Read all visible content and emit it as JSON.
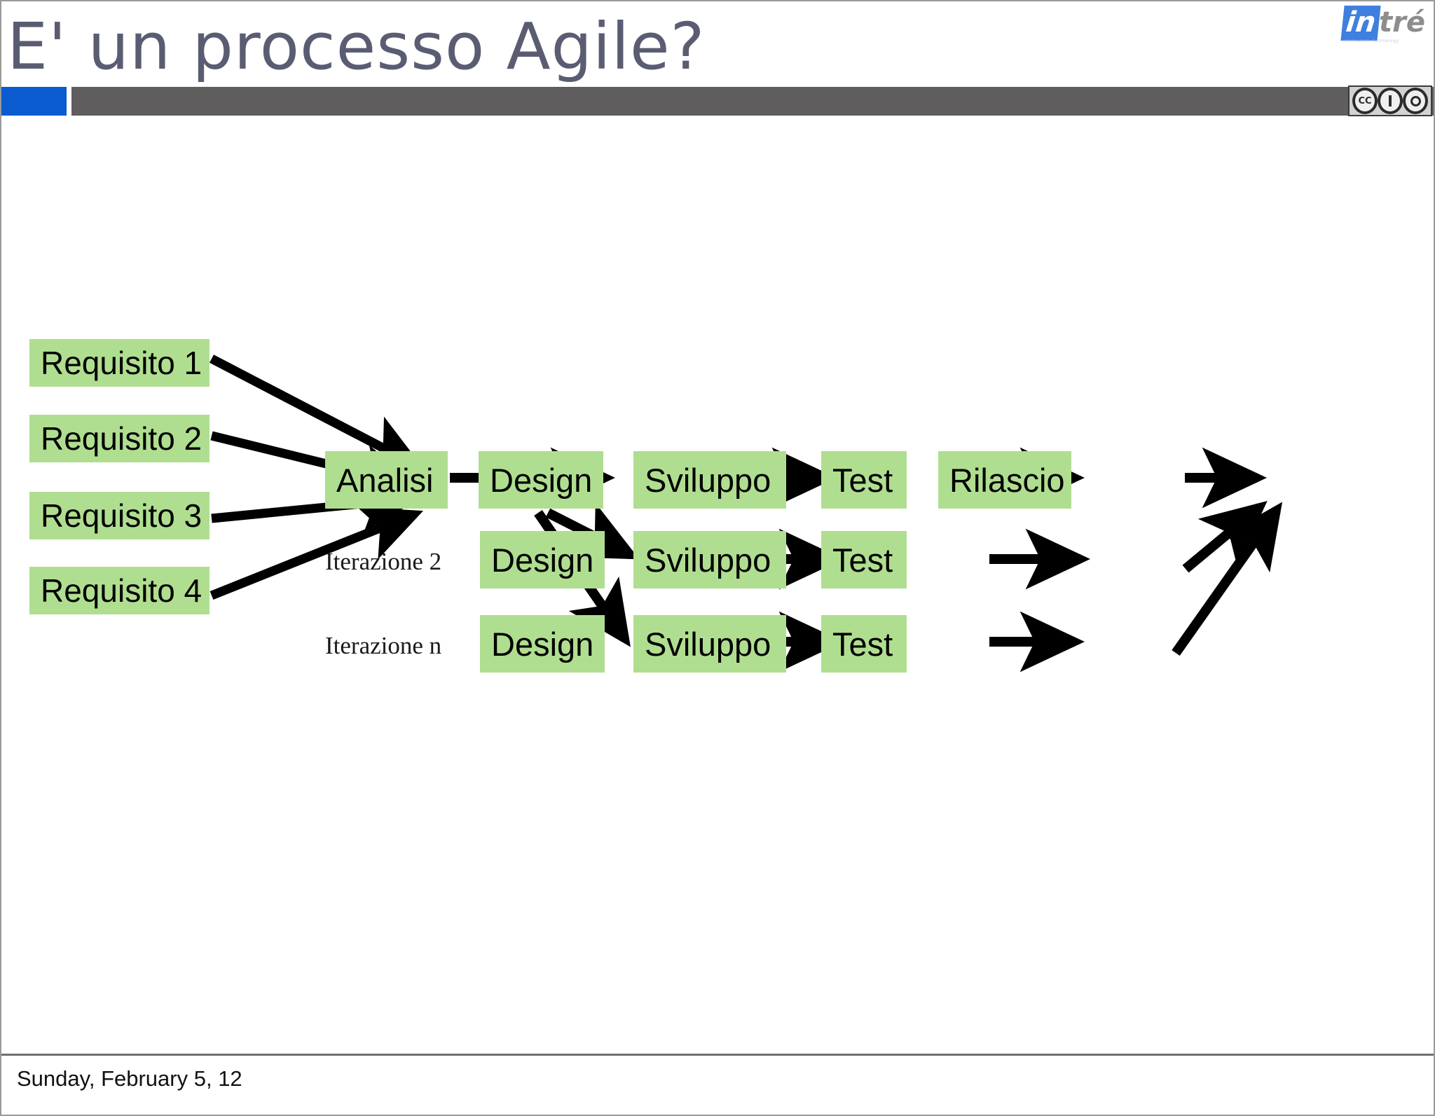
{
  "slide": {
    "title": "E' un processo Agile?",
    "footer_date": "Sunday, February 5, 12",
    "colors": {
      "title_text": "#5a5d72",
      "accent_blue": "#0a5bd0",
      "bar_gray": "#5f5d5d",
      "node_green": "#b0de90",
      "arrow_black": "#000000"
    }
  },
  "branding": {
    "logo_in": "in",
    "logo_tre": "tré",
    "logo_tagline": "innovation technology",
    "cc_label": "CC",
    "cc_by": "BY",
    "cc_nd": "ND"
  },
  "diagram": {
    "requirements": [
      {
        "label": "Requisito 1"
      },
      {
        "label": "Requisito 2"
      },
      {
        "label": "Requisito 3"
      },
      {
        "label": "Requisito 4"
      }
    ],
    "analysis": {
      "label": "Analisi"
    },
    "release": {
      "label": "Rilascio"
    },
    "iterations": [
      {
        "note": "",
        "steps": [
          {
            "label": "Design"
          },
          {
            "label": "Sviluppo"
          },
          {
            "label": "Test"
          }
        ]
      },
      {
        "note": "Iterazione 2",
        "steps": [
          {
            "label": "Design"
          },
          {
            "label": "Sviluppo"
          },
          {
            "label": "Test"
          }
        ]
      },
      {
        "note": "Iterazione n",
        "steps": [
          {
            "label": "Design"
          },
          {
            "label": "Sviluppo"
          },
          {
            "label": "Test"
          }
        ]
      }
    ]
  }
}
